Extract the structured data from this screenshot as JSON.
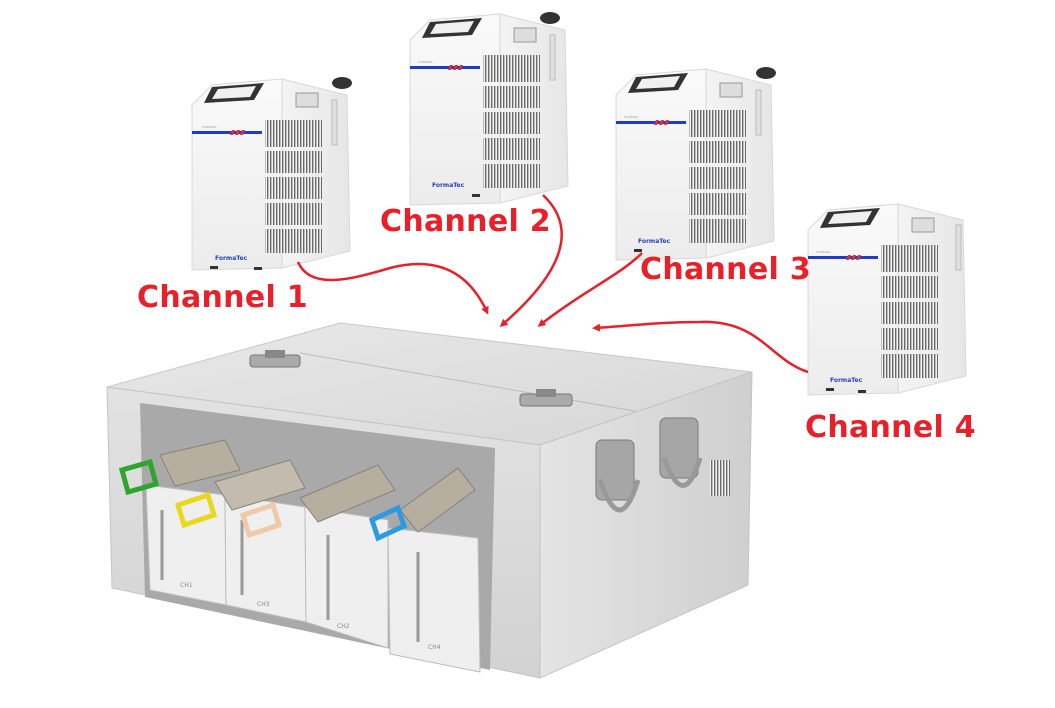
{
  "diagram": {
    "title": "Multi-channel chiller cooling connection",
    "chillers": [
      {
        "id": "chiller-1",
        "channel_label": "Channel 1",
        "brand": "FormaTec",
        "model": "FCW800A"
      },
      {
        "id": "chiller-2",
        "channel_label": "Channel 2",
        "brand": "FormaTec",
        "model": "FCW800A"
      },
      {
        "id": "chiller-3",
        "channel_label": "Channel 3",
        "brand": "FormaTec",
        "model": "FCW800A"
      },
      {
        "id": "chiller-4",
        "channel_label": "Channel 4",
        "brand": "FormaTec",
        "model": "FCW800A"
      }
    ],
    "chassis": {
      "slots": [
        {
          "label": "CH1",
          "latch_color": "#2fa52f"
        },
        {
          "label": "CH3",
          "latch_color": "#e8d81e"
        },
        {
          "label": "CH2",
          "latch_color": "#efc9a8"
        },
        {
          "label": "CH4",
          "latch_color": "#2e9be0"
        }
      ]
    },
    "colors": {
      "arrow": "#e8202a",
      "label": "#e8202a",
      "stripe_blue": "#1e3cc8",
      "stripe_red": "#e03030",
      "chassis": "#dcdcdc"
    }
  }
}
